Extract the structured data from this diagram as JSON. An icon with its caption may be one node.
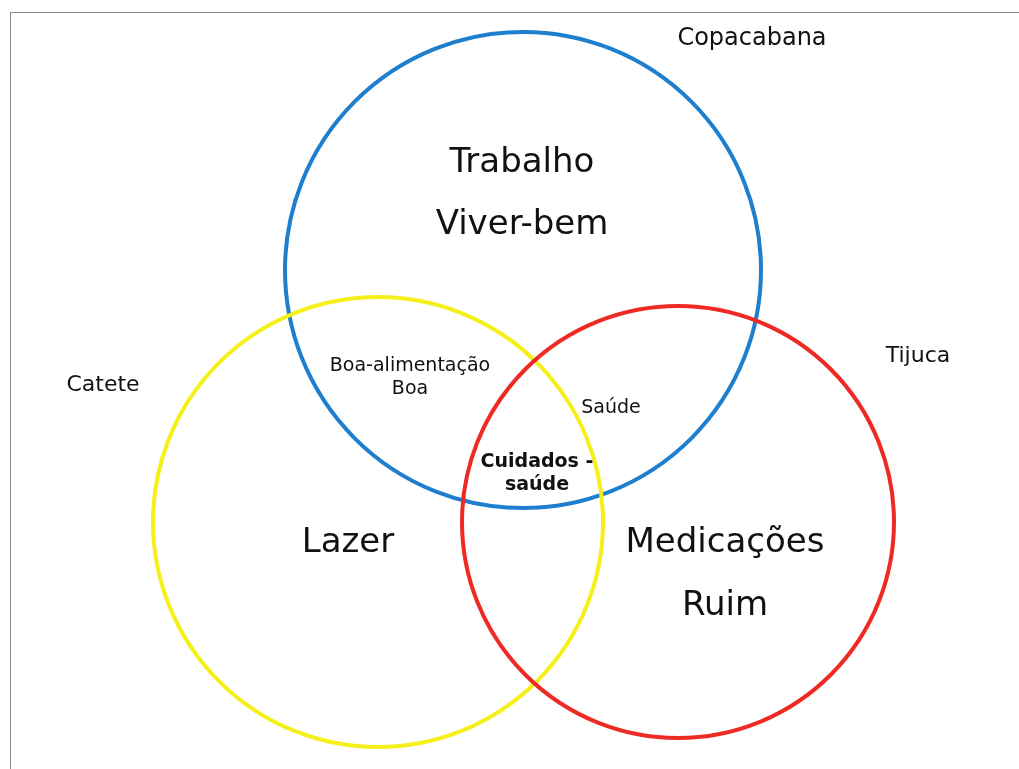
{
  "diagram": {
    "nodes": [
      {
        "text": [
          "Trabalho",
          "Viver-bem"
        ],
        "beside": [
          "Copacabana"
        ]
      },
      {
        "text": [
          "Lazer"
        ],
        "beside": [
          "Catete"
        ]
      },
      {
        "text": [
          "Medicações",
          "Ruim"
        ],
        "beside": [
          "Tijuca"
        ]
      }
    ],
    "labels": [
      "Boa-alimentação Boa",
      "Saúde",
      "Cuidados -saúde"
    ]
  }
}
